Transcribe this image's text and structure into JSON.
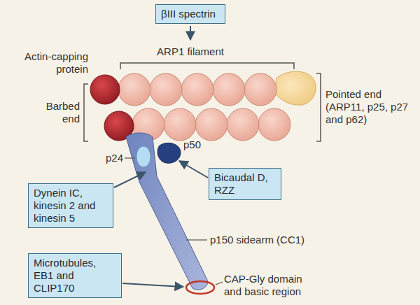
{
  "diagram": {
    "nodes": [
      {
        "text": [
          "βIII spectrin"
        ]
      },
      {
        "text": [
          "Dynein IC, kinesin 2 and kinesin 5"
        ]
      },
      {
        "text": [
          "Bicaudal D, RZZ"
        ]
      },
      {
        "text": [
          "Microtubules, EB1 and CLIP170"
        ]
      }
    ],
    "labels": [
      "Actin-capping protein",
      "ARP1 filament",
      "Barbed end",
      "Pointed end (ARP11, p25, p27 and p62)",
      "p24",
      "p50",
      "p150 sidearm (CC1)",
      "CAP-Gly domain and basic region"
    ]
  }
}
